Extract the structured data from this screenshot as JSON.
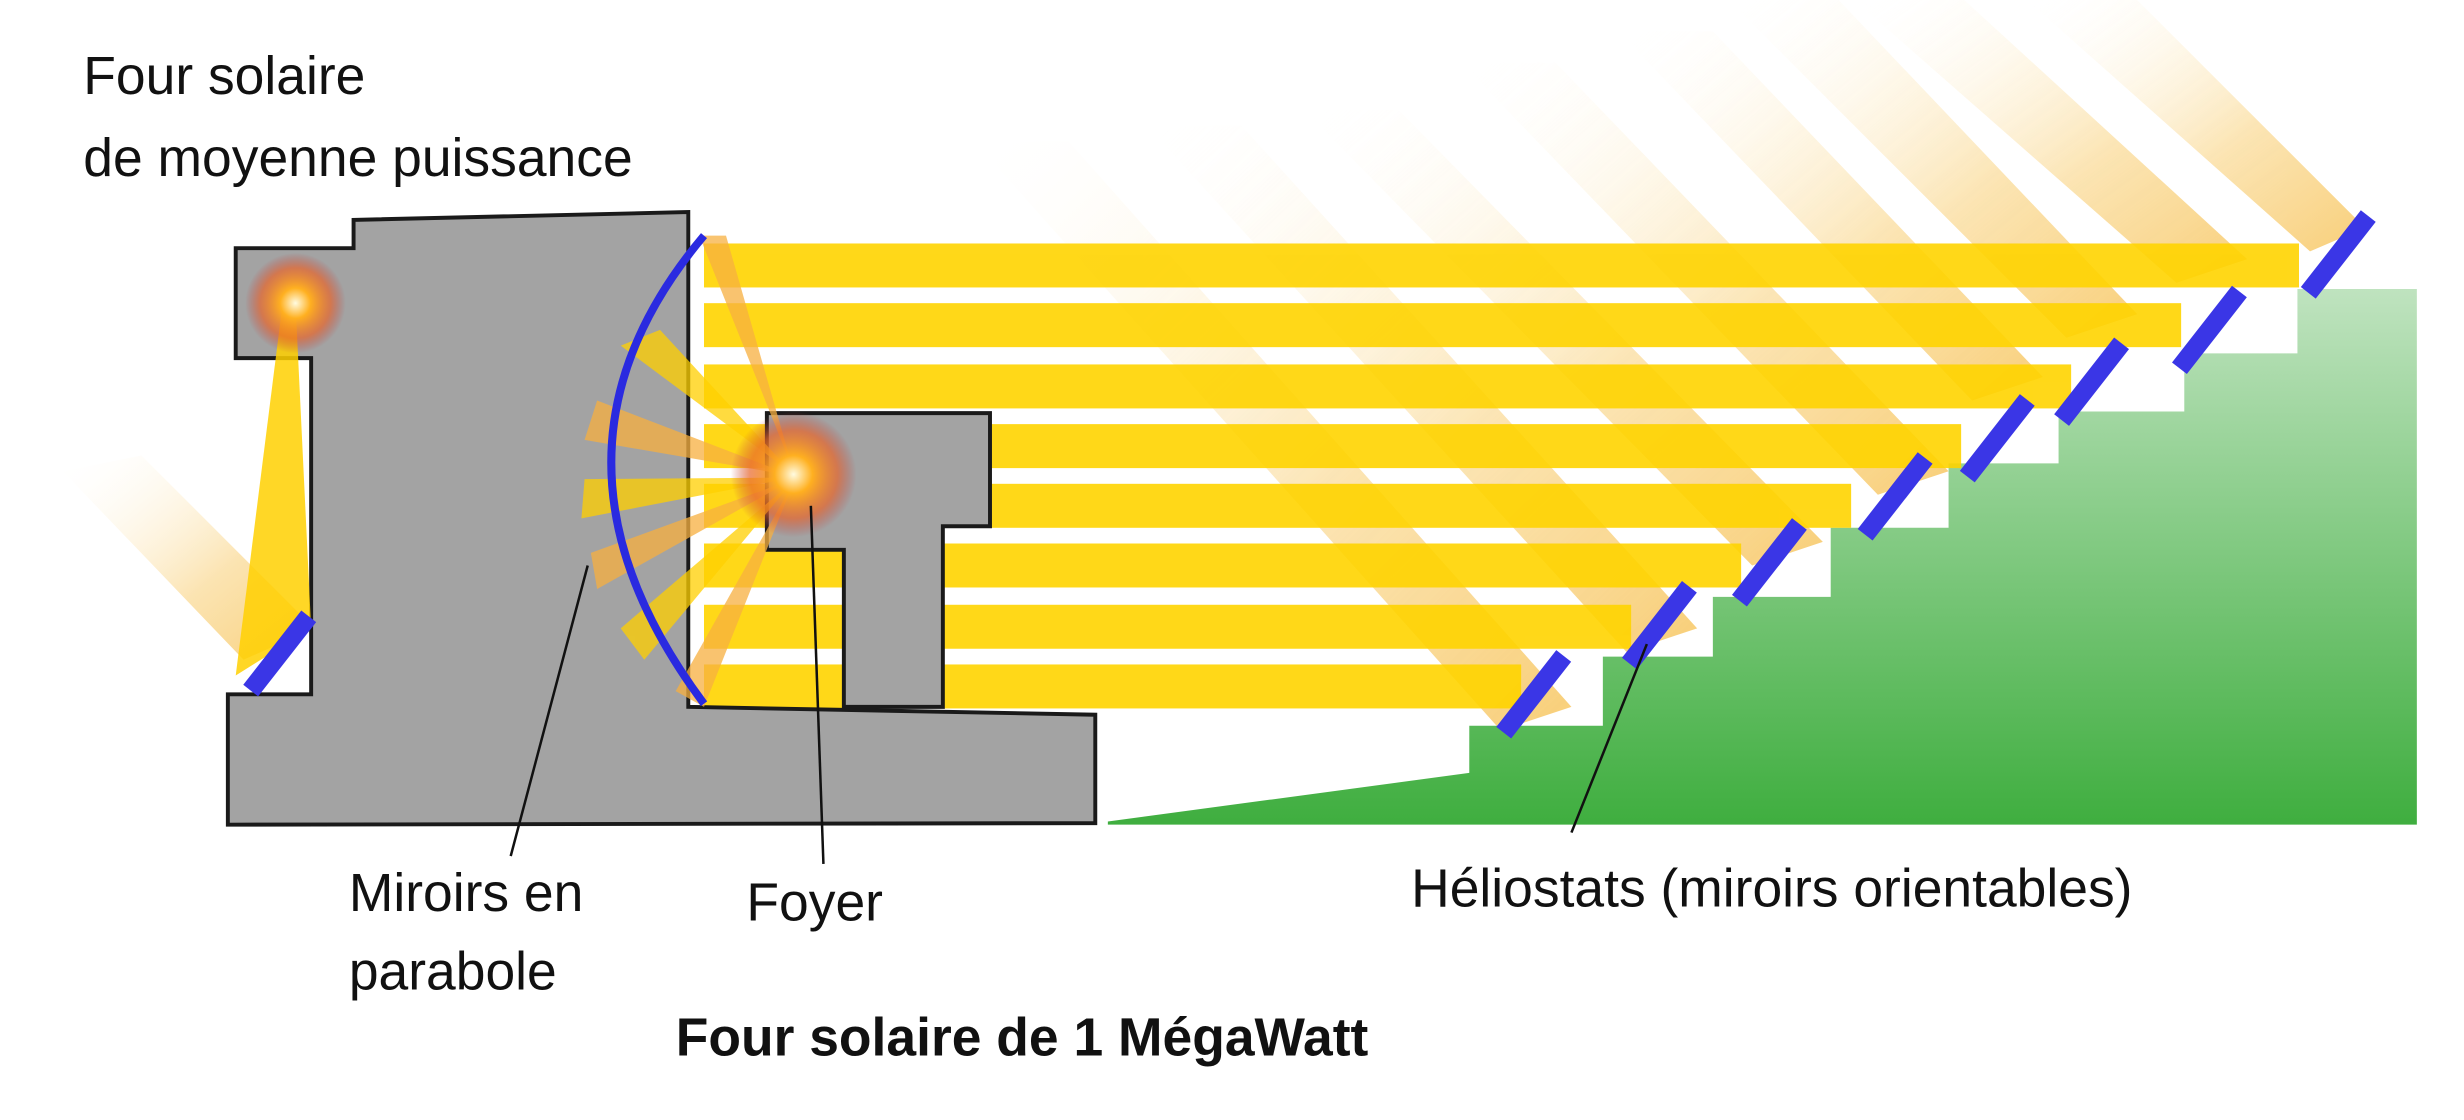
{
  "diagram": {
    "title": "Four solaire de 1 MégaWatt",
    "labels": {
      "medium_furnace_line1": "Four solaire",
      "medium_furnace_line2": "de moyenne puissance",
      "parabolic_mirrors_line1": "Miroirs en",
      "parabolic_mirrors_line2": "parabole",
      "focus": "Foyer",
      "heliostats": "Héliostats (miroirs orientables)"
    },
    "colors": {
      "building": "#a3a3a3",
      "outline": "#1a1a1a",
      "mirror": "#3a36e6",
      "beam": "#ffd400",
      "incoming_beam": "#f7c55a",
      "hillside_top": "#b8e0b8",
      "hillside_bottom": "#3fae3f",
      "focus_glow": "#ff7a1a"
    },
    "heliostat_count": 8
  }
}
